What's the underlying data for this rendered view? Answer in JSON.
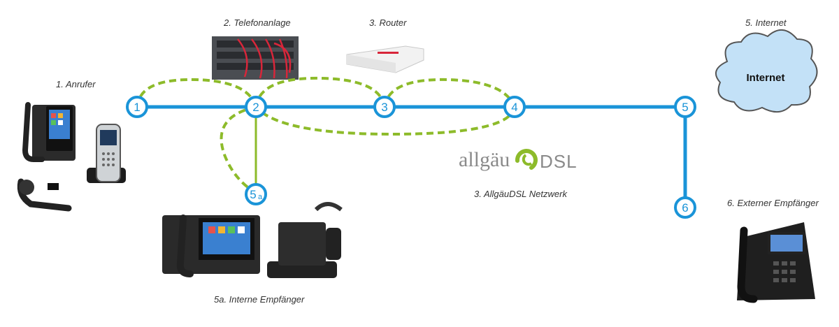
{
  "labels": {
    "anrufer": "1. Anrufer",
    "telefonanlage": "2. Telefonanlage",
    "router": "3. Router",
    "internet": "5. Internet",
    "netzwerk": "3. AllgäuDSL Netzwerk",
    "extern": "6. Externer Empfänger",
    "intern": "5a. Interne Empfänger"
  },
  "nodes": {
    "n1": "1",
    "n2": "2",
    "n3": "3",
    "n4": "4",
    "n5": "5",
    "n6": "6",
    "n5a_main": "5",
    "n5a_sub": "a"
  },
  "cloud_text": "Internet",
  "logo": {
    "word": "allgäu",
    "dsl": "DSL"
  },
  "colors": {
    "blue": "#1a94d8",
    "green": "#8dbb2a",
    "gray": "#8a8a8a"
  }
}
